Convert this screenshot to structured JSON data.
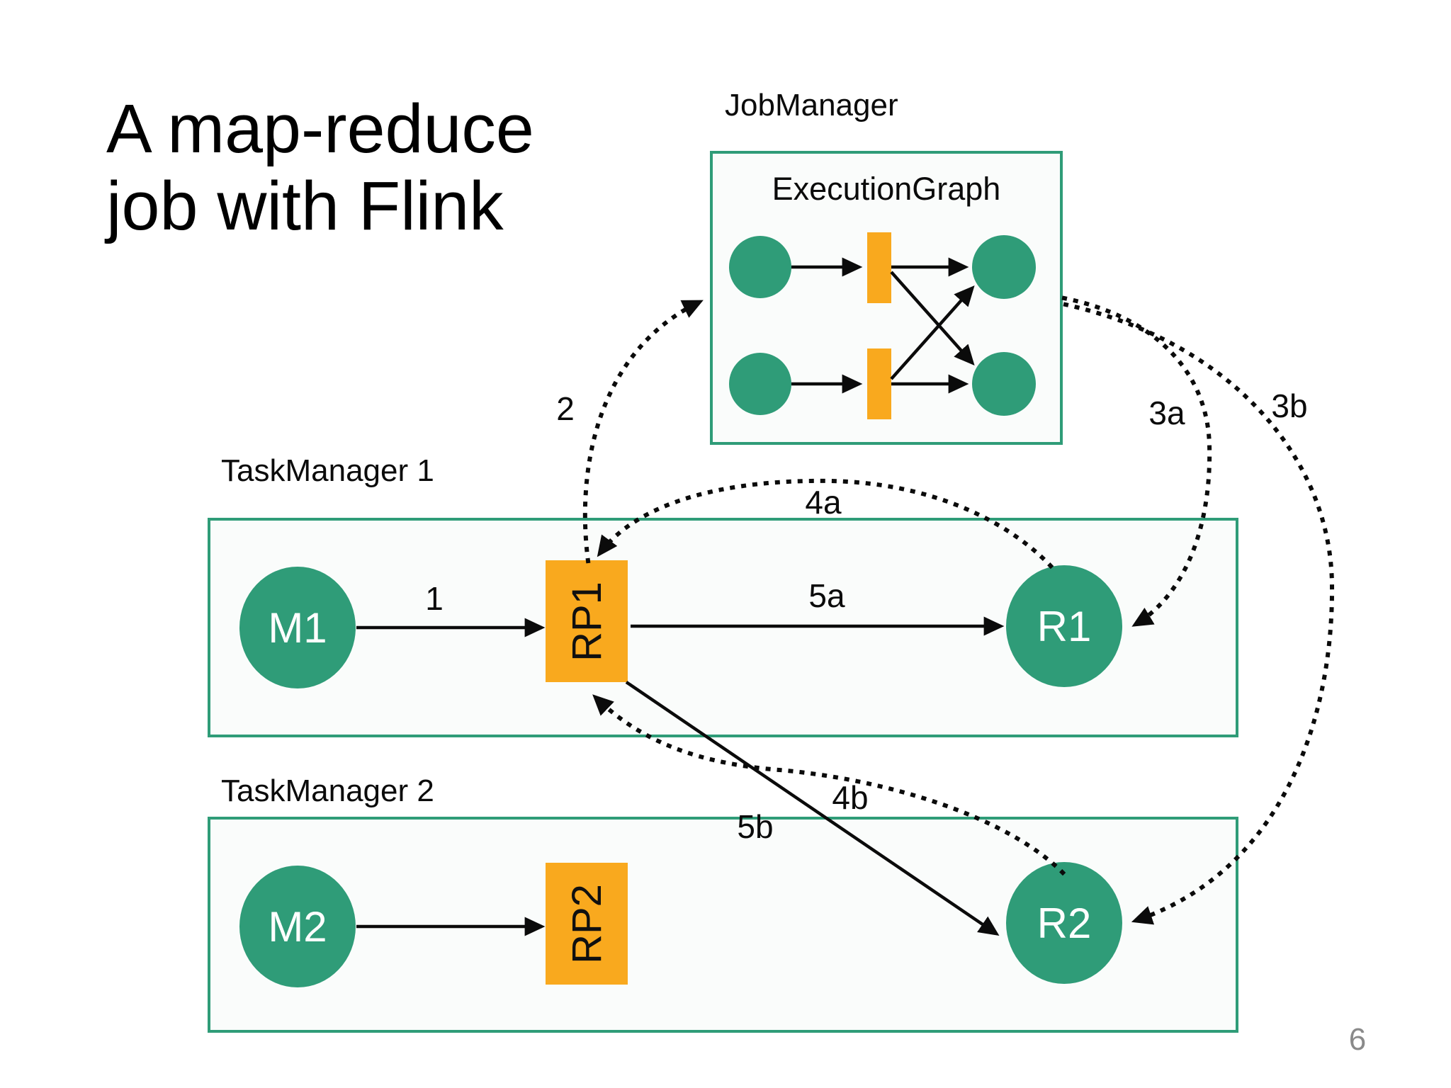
{
  "slide": {
    "title_lines": {
      "line1": "A map-reduce",
      "line2": "job with Flink"
    },
    "page_number": "6"
  },
  "job_manager": {
    "title": "JobManager",
    "execution_graph_title": "ExecutionGraph"
  },
  "task_managers": [
    {
      "title": "TaskManager 1",
      "map_label": "M1",
      "partition_label": "RP1",
      "reduce_label": "R1"
    },
    {
      "title": "TaskManager 2",
      "map_label": "M2",
      "partition_label": "RP2",
      "reduce_label": "R2"
    }
  ],
  "edge_labels": {
    "map1_to_rp1": "1",
    "rp1_to_jobmanager": "2",
    "jobmanager_to_r1": "3a",
    "jobmanager_to_r2": "3b",
    "r1_to_rp1": "4a",
    "r2_to_rp1": "4b",
    "rp1_to_r1": "5a",
    "rp1_to_r2": "5b"
  },
  "colors": {
    "green": "#2f9c78",
    "orange": "#f9a91e",
    "box-fill": "#fafcfb",
    "ink": "#0b0b0b",
    "gray": "#8a8a8a"
  }
}
